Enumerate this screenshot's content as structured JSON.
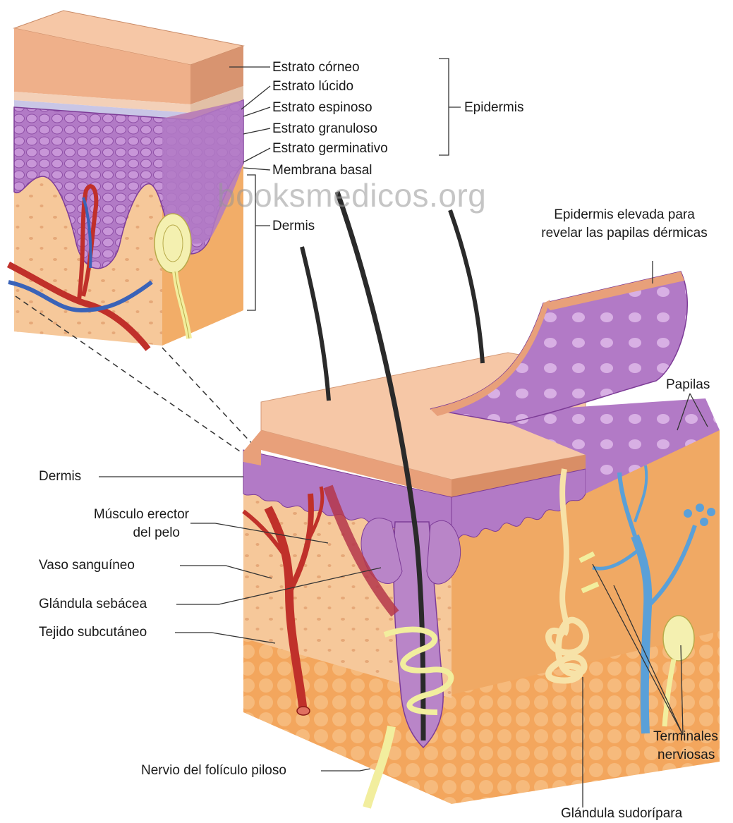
{
  "watermark": "booksmedicos.org",
  "labels": {
    "estrato_corneo": "Estrato córneo",
    "estrato_lucido": "Estrato lúcido",
    "estrato_espinoso": "Estrato espinoso",
    "estrato_granuloso": "Estrato granuloso",
    "estrato_germinativo": "Estrato germinativo",
    "membrana_basal": "Membrana basal",
    "epidermis": "Epidermis",
    "dermis_top": "Dermis",
    "epidermis_elevada_1": "Epidermis elevada para",
    "epidermis_elevada_2": "revelar las papilas dérmicas",
    "papilas": "Papilas",
    "dermis_side": "Dermis",
    "musculo_1": "Músculo erector",
    "musculo_2": "del pelo",
    "vaso": "Vaso sanguíneo",
    "glandula_sebacea": "Glándula sebácea",
    "tejido": "Tejido subcutáneo",
    "nervio": "Nervio del folículo piloso",
    "terminales_1": "Terminales",
    "terminales_2": "nerviosas",
    "glandula_sudoripara": "Glándula sudorípara"
  },
  "colors": {
    "corneum": "#e8a07a",
    "corneum_top": "#f6c7a6",
    "epidermis_purple": "#b27ac6",
    "dermis": "#f6c89a",
    "subcutaneous": "#f3a65d",
    "artery": "#c0302a",
    "vein": "#3a63b8",
    "nerve": "#f2ee9e",
    "sweat_duct": "#f7e2a8",
    "hair": "#2a2a2a",
    "nerve_blue": "#5aa0d8"
  }
}
